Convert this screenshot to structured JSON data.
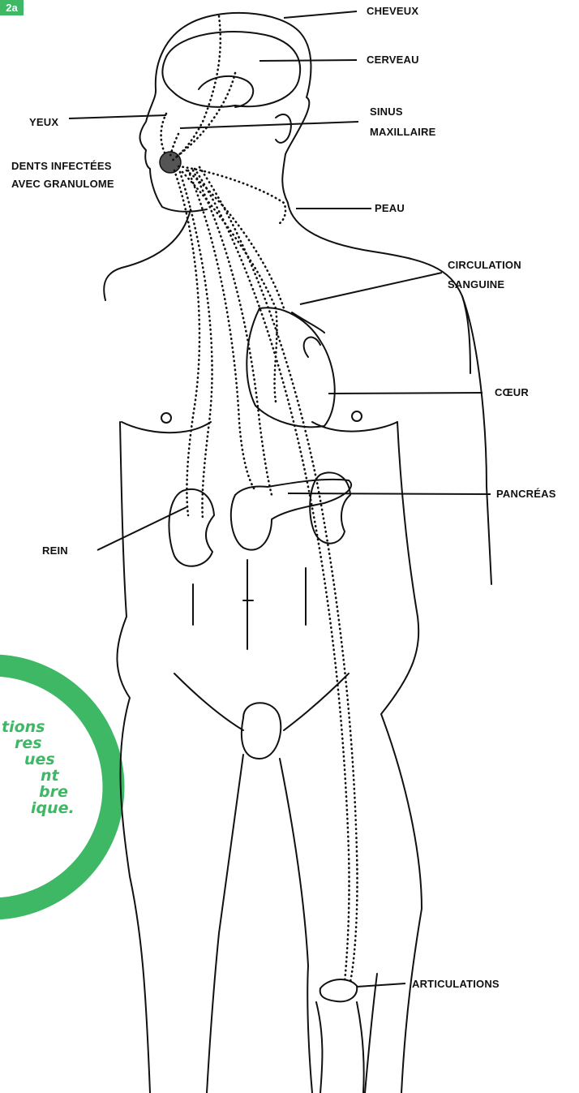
{
  "figure_number": "2a",
  "labels": {
    "cheveux": "CHEVEUX",
    "cerveau": "CERVEAU",
    "sinus_line1": "SINUS",
    "sinus_line2": "MAXILLAIRE",
    "yeux": "YEUX",
    "dents_line1": "DENTS INFECTÉES",
    "dents_line2": "AVEC GRANULOME",
    "peau": "PEAU",
    "circulation_line1": "CIRCULATION",
    "circulation_line2": "SANGUINE",
    "coeur": "CŒUR",
    "pancreas": "PANCRÉAS",
    "rein": "REIN",
    "articulations": "ARTICULATIONS"
  },
  "callout": {
    "lines": [
      "tions",
      "res",
      "ues",
      "nt",
      "bre",
      "ique."
    ]
  },
  "colors": {
    "accent_green": "#3fb866",
    "ink": "#111111"
  }
}
